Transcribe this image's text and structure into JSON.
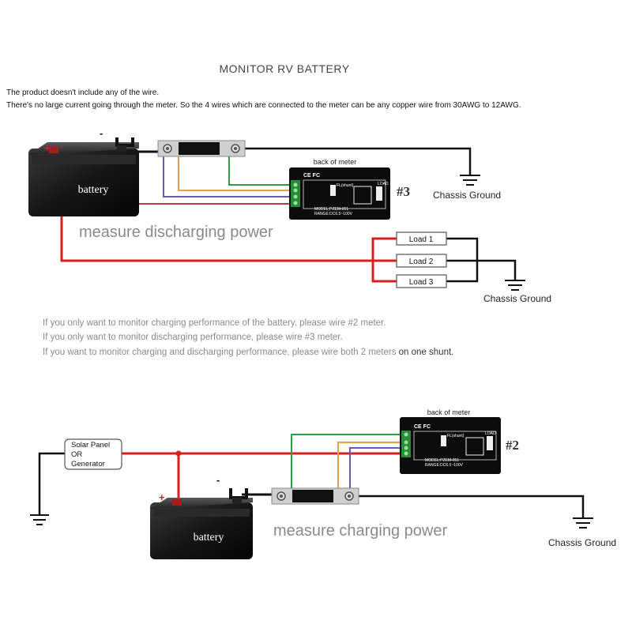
{
  "header": {
    "title": "MONITOR RV BATTERY",
    "note_line_1": "The product doesn't include any of the wire.",
    "note_line_2": "There's no large current going through the meter. So the 4 wires which are connected to the meter can be any copper wire from 30AWG to 12AWG."
  },
  "discharge_diagram": {
    "plus_sign": "+",
    "minus_sign": "-",
    "battery_label": "battery",
    "meter_caption": "back of meter",
    "meter_shunt_text": "FL(shunt)",
    "meter_load_text": "LOAD",
    "meter_model_text": "MODEL:PZEM-051",
    "meter_range_text": "RANGE:DC6.5~100V",
    "meter_cert_text": "CE FC",
    "meter_number": "#3",
    "ground_label_1": "Chassis Ground",
    "caption": "measure discharging power",
    "loads": [
      "Load 1",
      "Load 2",
      "Load 3"
    ],
    "ground_label_2": "Chassis Ground"
  },
  "instructions": {
    "line_1": "If you only want to monitor charging performance of the battery, please wire #2 meter.",
    "line_2": "If you only want to monitor discharging performance, please wire #3 meter.",
    "line_3_prefix": "If you want to monitor charging and discharging performance, please wire both 2 meters ",
    "line_3_emphasis": "on one shunt."
  },
  "charge_diagram": {
    "meter_caption": "back of meter",
    "meter_shunt_text": "FL(shunt)",
    "meter_load_text": "LOAD",
    "meter_model_text": "MODEL:PZEM-051",
    "meter_range_text": "RANGE:DC6.5~100V",
    "meter_cert_text": "CE FC",
    "meter_number": "#2",
    "source_label_lines": [
      "Solar Panel",
      "OR",
      "Generator"
    ],
    "plus_sign": "+",
    "minus_sign": "-",
    "battery_label": "battery",
    "caption": "measure charging power",
    "ground_label": "Chassis Ground"
  },
  "colors": {
    "positive_wire": "#d81e1e",
    "negative_wire": "#111111",
    "meter_red": "#c83a3a",
    "meter_orange": "#e0a050",
    "meter_green": "#2e9a4a",
    "meter_purple": "#6a5aa8",
    "meter_body": "#0c0c0c",
    "battery_body": "#161616",
    "caption_grey": "#8a8a8a"
  }
}
